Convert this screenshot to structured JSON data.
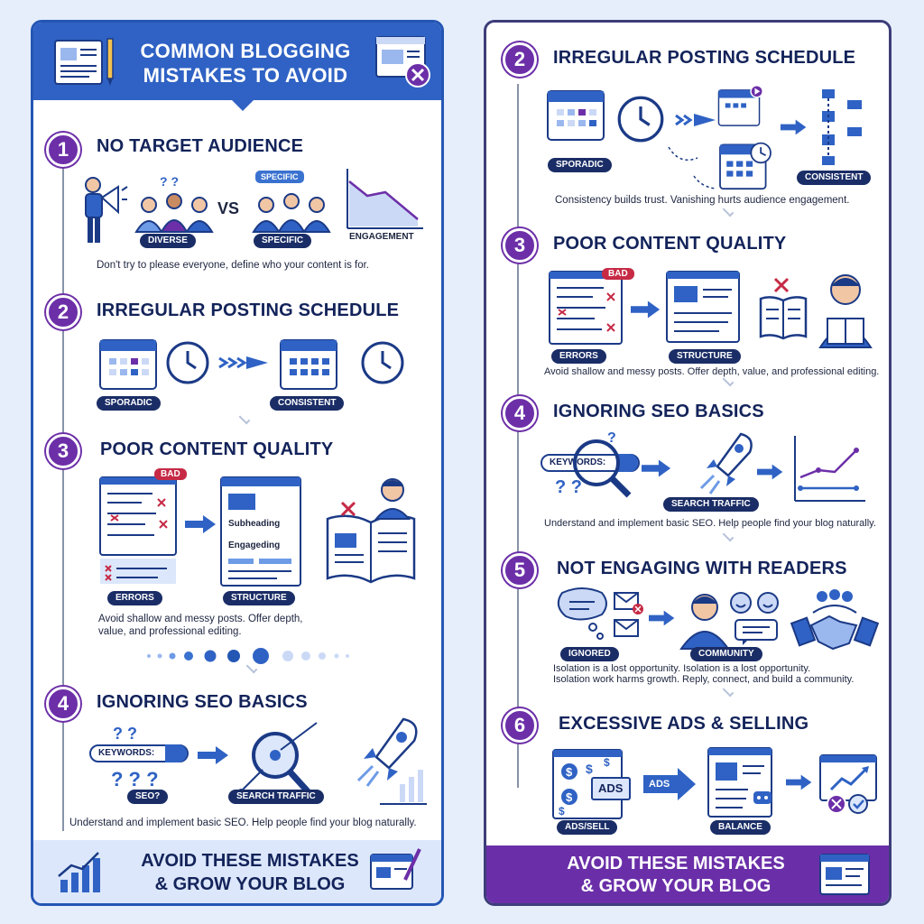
{
  "left": {
    "header": {
      "title": "COMMON BLOGGING MISTAKES TO AVOID"
    },
    "s1": {
      "num": "1",
      "title": "NO TARGET AUDIENCE",
      "vs": "VS",
      "bubble": "SPECIFIC",
      "pills": [
        "DIVERSE",
        "SPECIFIC"
      ],
      "engagement": "ENGAGEMENT",
      "caption": "Don't try to please everyone, define who your content is for."
    },
    "s2": {
      "num": "2",
      "title": "IRREGULAR POSTING SCHEDULE",
      "pills": [
        "SPORADIC",
        "CONSISTENT"
      ]
    },
    "s3": {
      "num": "3",
      "title": "POOR CONTENT QUALITY",
      "badge": "BAD",
      "subheading": "Subheading",
      "engaging": "Engageding",
      "pills": [
        "ERRORS",
        "STRUCTURE"
      ],
      "caption": "Avoid shallow and messy posts. Offer depth, value, and professional editing."
    },
    "s4": {
      "num": "4",
      "title": "IGNORING SEO BASICS",
      "keywords": "KEYWORDS:",
      "pills": [
        "SEO?",
        "SEARCH TRAFFIC"
      ],
      "caption": "Understand and implement basic SEO. Help people find your blog naturally."
    },
    "footer": {
      "line1": "AVOID THESE MISTAKES",
      "line2": "& GROW YOUR BLOG"
    }
  },
  "right": {
    "s2": {
      "num": "2",
      "title": "IRREGULAR POSTING SCHEDULE",
      "pills": [
        "SPORADIC",
        "CONSISTENT"
      ],
      "caption": "Consistency builds trust. Vanishing hurts audience engagement."
    },
    "s3": {
      "num": "3",
      "title": "POOR CONTENT QUALITY",
      "badge": "BAD",
      "pills": [
        "ERRORS",
        "STRUCTURE"
      ],
      "caption": "Avoid shallow and messy posts. Offer depth, value, and professional editing."
    },
    "s4": {
      "num": "4",
      "title": "IGNORING SEO BASICS",
      "keywords": "KEYWORDS:",
      "pills": [
        "SEARCH TRAFFIC"
      ],
      "caption": "Understand and implement basic SEO. Help people find your blog naturally."
    },
    "s5": {
      "num": "5",
      "title": "NOT ENGAGING WITH READERS",
      "pills": [
        "IGNORED",
        "COMMUNITY"
      ],
      "caption1": "Isolation is a lost opportunity.  Isolation is a lost opportunity.",
      "caption2": "Isolation work harms growth. Reply, connect, and build a community."
    },
    "s6": {
      "num": "6",
      "title": "EXCESSIVE ADS & SELLING",
      "ads_box": "ADS",
      "ads_arrow": "ADS",
      "pills": [
        "ADS/SELL",
        "BALANCE"
      ]
    },
    "footer": {
      "line1": "AVOID THESE MISTAKES",
      "line2": "& GROW YOUR BLOG"
    }
  },
  "colors": {
    "blue": "#2f62c4",
    "navy": "#13235a",
    "purple": "#6c2fa8",
    "red": "#c62a45",
    "light": "#dce7fb"
  },
  "icons": [
    "newspaper-icon",
    "pencil-icon",
    "browser-close-icon",
    "megaphone-icon",
    "people-icon",
    "chart-down-icon",
    "calendar-icon",
    "clock-icon",
    "arrow-icon",
    "document-icon",
    "book-icon",
    "reader-icon",
    "magnifier-icon",
    "rocket-icon",
    "chart-up-icon",
    "chat-icon",
    "mail-icon",
    "handshake-icon",
    "dollar-icon",
    "browser-icon"
  ]
}
